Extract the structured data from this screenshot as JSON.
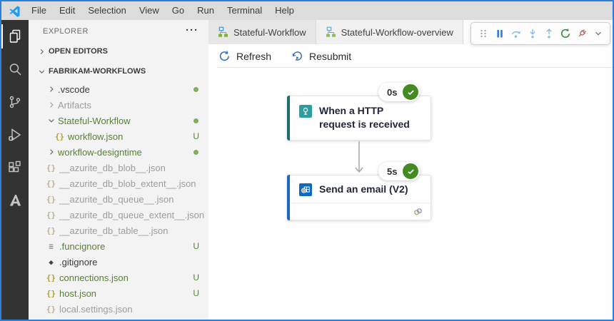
{
  "window": {
    "accent_border_color": "#2e80d6"
  },
  "menu_bar": {
    "items": [
      "File",
      "Edit",
      "Selection",
      "View",
      "Go",
      "Run",
      "Terminal",
      "Help"
    ]
  },
  "activity_bar": {
    "items": [
      {
        "name": "explorer",
        "active": true
      },
      {
        "name": "search",
        "active": false
      },
      {
        "name": "source-control",
        "active": false
      },
      {
        "name": "run-and-debug",
        "active": false
      },
      {
        "name": "extensions",
        "active": false
      },
      {
        "name": "azure",
        "active": false
      }
    ]
  },
  "sidebar": {
    "title": "EXPLORER",
    "more_actions": "···",
    "open_editors_label": "OPEN EDITORS",
    "workspace_label": "FABRIKAM-WORKFLOWS",
    "icons": {
      "json_glyph": "{}",
      "list_glyph": "≡",
      "git_glyph": "◆"
    },
    "tree": [
      {
        "label": ".vscode",
        "kind": "folder",
        "expanded": false,
        "color": "normal",
        "badge": "dot"
      },
      {
        "label": "Artifacts",
        "kind": "folder",
        "expanded": false,
        "color": "gray",
        "badge": ""
      },
      {
        "label": "Stateful-Workflow",
        "kind": "folder",
        "expanded": true,
        "color": "green",
        "badge": "dot"
      },
      {
        "label": "workflow.json",
        "kind": "json",
        "indent": "child",
        "color": "green",
        "badge": "U"
      },
      {
        "label": "workflow-designtime",
        "kind": "folder",
        "expanded": false,
        "color": "green",
        "badge": "dot"
      },
      {
        "label": "__azurite_db_blob__.json",
        "kind": "json",
        "color": "gray",
        "badge": ""
      },
      {
        "label": "__azurite_db_blob_extent__.json",
        "kind": "json",
        "color": "gray",
        "badge": ""
      },
      {
        "label": "__azurite_db_queue__.json",
        "kind": "json",
        "color": "gray",
        "badge": ""
      },
      {
        "label": "__azurite_db_queue_extent__.json",
        "kind": "json",
        "color": "gray",
        "badge": ""
      },
      {
        "label": "__azurite_db_table__.json",
        "kind": "json",
        "color": "gray",
        "badge": ""
      },
      {
        "label": ".funcignore",
        "kind": "lines",
        "color": "green",
        "badge": "U"
      },
      {
        "label": ".gitignore",
        "kind": "git",
        "color": "normal",
        "badge": ""
      },
      {
        "label": "connections.json",
        "kind": "json",
        "color": "green",
        "badge": "U"
      },
      {
        "label": "host.json",
        "kind": "json",
        "color": "green",
        "badge": "U"
      },
      {
        "label": "local.settings.json",
        "kind": "json",
        "color": "gray",
        "badge": ""
      }
    ]
  },
  "editor": {
    "tabs": [
      {
        "label": "Stateful-Workflow",
        "active": false
      },
      {
        "label": "Stateful-Workflow-overview",
        "active": true
      }
    ],
    "debug_toolbar": {
      "buttons": [
        "drag-handle",
        "pause",
        "step-over",
        "step-into",
        "step-out",
        "restart",
        "disconnect",
        "more"
      ]
    },
    "command_bar": {
      "refresh_label": "Refresh",
      "resubmit_label": "Resubmit"
    },
    "designer": {
      "nodes": [
        {
          "title": "When a HTTP request is received",
          "duration": "0s",
          "status": "succeeded",
          "accent": "#1d6f6f",
          "icon": "http-request",
          "icon_bg": "#2b9d9d"
        },
        {
          "title": "Send an email (V2)",
          "duration": "5s",
          "status": "succeeded",
          "accent": "#1f66c2",
          "icon": "outlook",
          "icon_bg": "#1168bd"
        }
      ],
      "edges": [
        {
          "from": 0,
          "to": 1
        }
      ]
    }
  },
  "colors": {
    "success_green": "#448a22",
    "git_untracked_green": "#568232",
    "git_ignored_gray": "#9c9c9c",
    "activity_bar_bg": "#333333",
    "sidebar_bg": "#f3f3f3",
    "menu_bar_bg": "#dcdcdc",
    "debug_blue": "#2f7cd6",
    "debug_blue_disabled": "#8ab9ea",
    "restart_green": "#2e8b37",
    "disconnect_red": "#b5574a",
    "command_icon_blue": "#2367c5"
  }
}
